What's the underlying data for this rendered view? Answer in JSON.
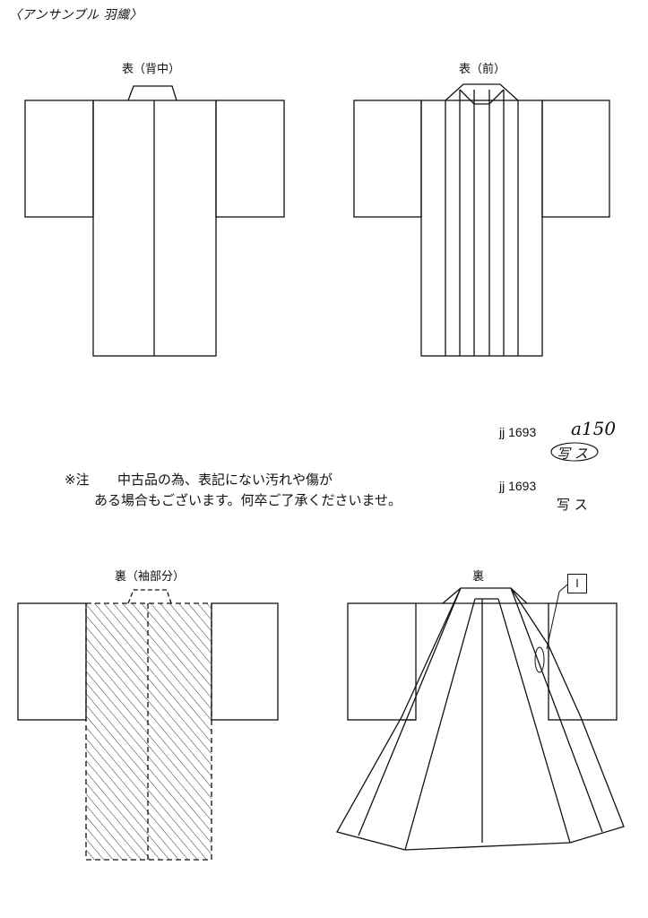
{
  "sheet": {
    "title": "〈アンサンブル 羽織〉"
  },
  "views": {
    "front_back": "表（背中）",
    "front_front": "表（前）",
    "lining_sleeve": "裏（袖部分）",
    "lining": "裏"
  },
  "codes": {
    "code1": "jj 1693",
    "code1_handwritten": "a150",
    "code1_mark": "写 ス",
    "code2": "jj 1693",
    "code2_mark": "写 ス"
  },
  "notes": {
    "prefix": "※注",
    "line1": "中古品の為、表記にない汚れや傷が",
    "line2": "ある場合もございます。何卒ご了承くださいませ。"
  },
  "annotations": {
    "damage_marker": "I"
  },
  "colors": {
    "line": "#111111",
    "paper": "#ffffff"
  }
}
